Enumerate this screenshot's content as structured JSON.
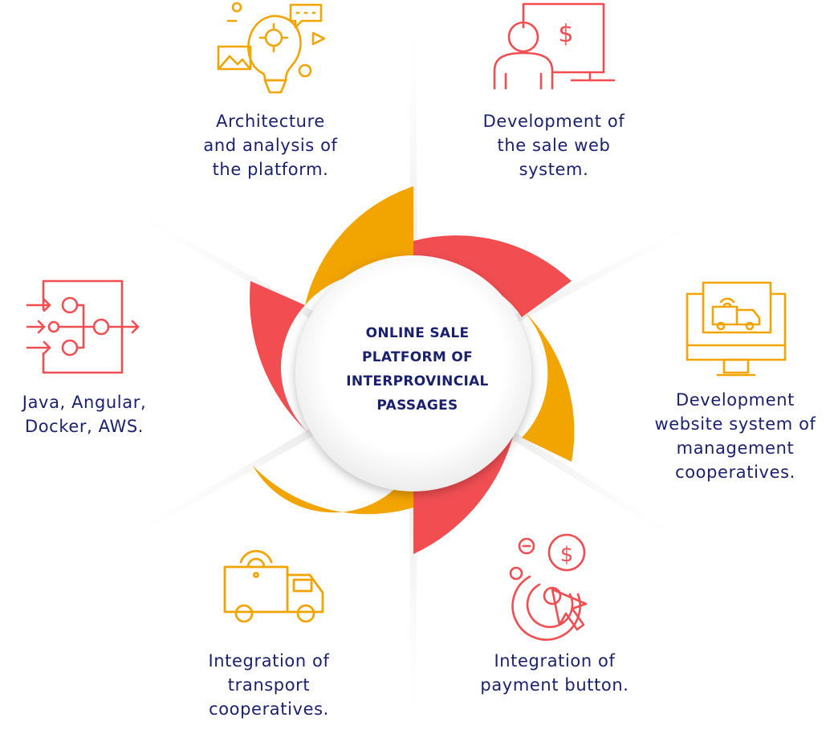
{
  "center_title": "ONLINE SALE\nPLATFORM OF\nINTERPROVINCIAL\nPASSAGES",
  "colors": {
    "orange": "#f2a400",
    "red": "#f24e52",
    "navy": "#1a1f6e",
    "gray": "#d9d9d9"
  },
  "segments": [
    {
      "label": "Architecture\nand analysis of\nthe platform.",
      "icon": "lightbulb-ideas-icon",
      "icon_color": "#f2a400"
    },
    {
      "label": "Development of\nthe sale web\nsystem.",
      "icon": "user-monitor-dollar-icon",
      "icon_color": "#f24e52"
    },
    {
      "label": "Development\nwebsite system of\nmanagement\ncooperatives.",
      "icon": "monitor-truck-icon",
      "icon_color": "#f2a400"
    },
    {
      "label": "Integration of\npayment button.",
      "icon": "payment-cursor-dollar-icon",
      "icon_color": "#f24e52"
    },
    {
      "label": "Integration of\ntransport\ncooperatives.",
      "icon": "delivery-truck-icon",
      "icon_color": "#f2a400"
    },
    {
      "label": "Java, Angular,\nDocker, AWS.",
      "icon": "network-flow-icon",
      "icon_color": "#f24e52"
    }
  ]
}
